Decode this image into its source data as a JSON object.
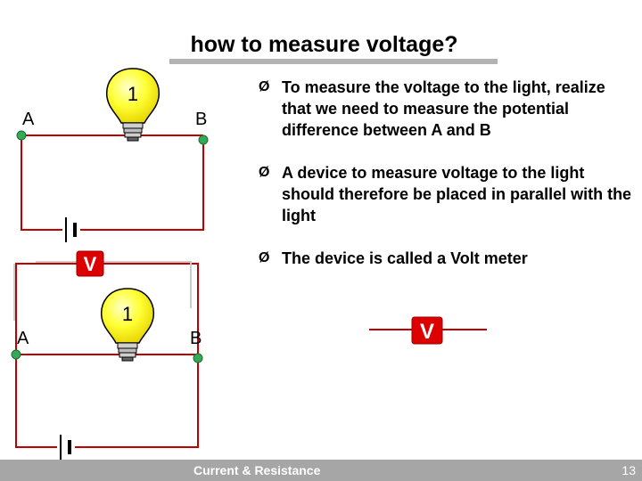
{
  "slide": {
    "title": "how to measure voltage?",
    "bullets": [
      "To measure the voltage to the light, realize that we need to measure the potential difference between A and B",
      "A device to measure voltage to the light should therefore be placed in parallel with the light",
      "The device is called a Volt meter"
    ],
    "bullet_marker": "Ø"
  },
  "diagram_top": {
    "bulb_label": "1",
    "node_a_label": "A",
    "node_b_label": "B",
    "voltmeter_label": "V"
  },
  "diagram_bottom": {
    "bulb_label": "1",
    "node_a_label": "A",
    "node_b_label": "B"
  },
  "voltmeter_symbol": {
    "label": "V"
  },
  "footer": {
    "title": "Current & Resistance",
    "page_number": "13"
  },
  "colors": {
    "wire": "#c00000",
    "node": "#33aa55",
    "bulb": "#ffee00",
    "voltmeter": "#dd0000",
    "footer": "#a6a6a6"
  }
}
